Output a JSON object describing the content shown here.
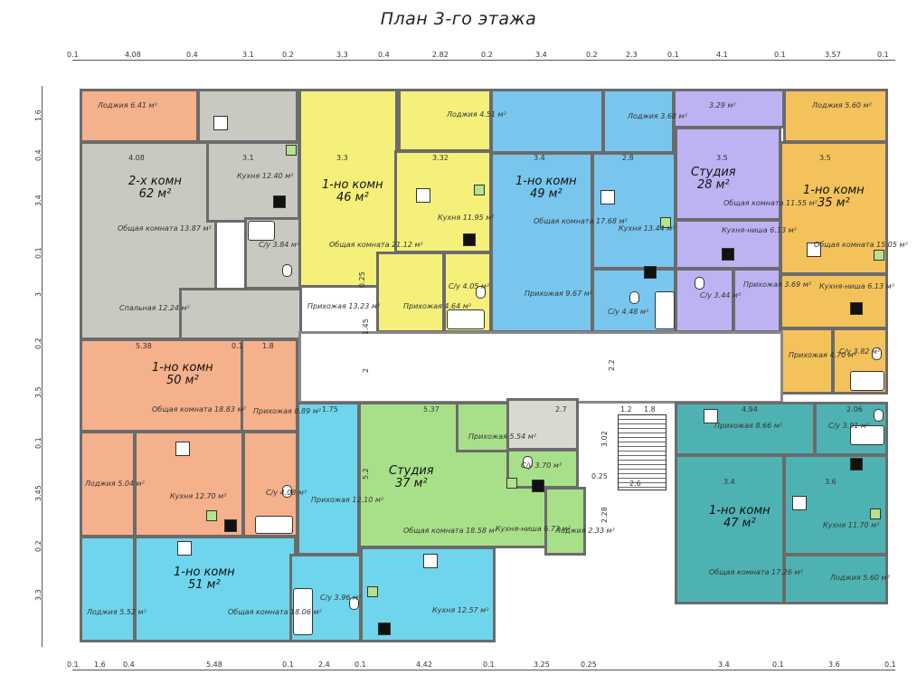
{
  "plan_title": "План 3-го этажа",
  "colors": {
    "orange": "#f5b08c",
    "grey": "#c9c9c1",
    "yellow": "#f4f07a",
    "blue": "#78c6ee",
    "purple": "#bdb3f2",
    "amber": "#f3c25a",
    "light_blue": "#6fd5ec",
    "green": "#a8e08a",
    "teal": "#4fb2b2",
    "corridor": "#ffffff"
  },
  "top_dims": [
    "0.1",
    "4.08",
    "0.4",
    "3.1",
    "0.2",
    "3.3",
    "0.4",
    "2.82",
    "0.2",
    "3.4",
    "0.2",
    "2.3",
    "0.1",
    "4.1",
    "0.1",
    "3.57",
    "0.1"
  ],
  "bottom_dims": [
    "0.1",
    "1.6",
    "0.4",
    "5.48",
    "0.1",
    "2.4",
    "0.1",
    "4.42",
    "0.1",
    "3.25",
    "0.25",
    "3.4",
    "0.1",
    "3.6",
    "0.1"
  ],
  "left_dims": [
    "1.6",
    "0.4",
    "3.4",
    "0.1",
    "3",
    "0.2",
    "3.5",
    "0.1",
    "3.45",
    "0.2",
    "3.3"
  ],
  "inner_dims": {
    "a": "4.08",
    "b": "3.1",
    "c": "3.3",
    "d": "3.32",
    "e": "3.4",
    "f": "2.8",
    "g": "3.5",
    "h": "3.5",
    "i": "5.38",
    "j": "0.1",
    "k": "1.8",
    "l": "1.75",
    "m": "5.37",
    "n": "2.7",
    "o": "1.2",
    "p": "1.8",
    "q": "4.94",
    "r": "2.06",
    "s": "3.4",
    "t": "3.6",
    "u": "0.25",
    "v": "2.6",
    "w": "2.2",
    "x": "3.02",
    "y": "2.28",
    "z": "5.2",
    "aa": "1.45",
    "bb": "0.25",
    "cc": "2"
  },
  "apartments": [
    {
      "name": "2-х комн",
      "area": "62 м²"
    },
    {
      "name": "1-но комн",
      "area": "46 м²"
    },
    {
      "name": "1-но комн",
      "area": "49 м²"
    },
    {
      "name": "Студия",
      "area": "28 м²"
    },
    {
      "name": "1-но комн",
      "area": "35 м²"
    },
    {
      "name": "1-но комн",
      "area": "50 м²"
    },
    {
      "name": "Студия",
      "area": "37 м²"
    },
    {
      "name": "1-но комн",
      "area": "47 м²"
    },
    {
      "name": "1-но комн",
      "area": "51 м²"
    }
  ],
  "rooms": {
    "r1": "Лоджия 6.41 м²",
    "r2": "Кухня 12.40 м²",
    "r3": "Общая комната 13.87 м²",
    "r4": "С/у 3.84 м²",
    "r5": "Спальная 12.24 м²",
    "r6": "Прихожая 13.23 м²",
    "r7": "Общая комната 21.12 м²",
    "r8": "Лоджия 4.51 м²",
    "r9": "Кухня 11.95 м²",
    "r10": "С/у 4.05 м²",
    "r11": "Прихожая 4.64 м²",
    "r12": "Общая комната 17.68 м²",
    "r13": "Кухня 13.44 м²",
    "r14": "Прихожая 9.67 м²",
    "r15": "С/у 4.48 м²",
    "r16": "Лоджия 3.68 м²",
    "r17": "3.29 м²",
    "r18": "Общая комната 11.55 м²",
    "r19": "Кухня-ниша 6.13 м²",
    "r20": "С/у 3.44 м²",
    "r21": "Прихожая 3.69 м²",
    "r22": "Лоджия 5.60 м²",
    "r23": "Общая комната 15.05 м²",
    "r24": "Кухня-ниша 6.13 м²",
    "r25": "Прихожая 4.70 м²",
    "r26": "С/у 3.82 м²",
    "r27": "Общая комната 18.83 м²",
    "r28": "Прихожая 8.89 м²",
    "r29": "Лоджия 5.04 м²",
    "r30": "Кухня 12.70 м²",
    "r31": "С/у 4.08 м²",
    "r32": "Прихожая 12.10 м²",
    "r33": "Прихожая 5.54 м²",
    "r34": "С/у 3.70 м²",
    "r35": "Общая комната 18.58 м²",
    "r36": "Кухня-ниша 6.73 м²",
    "r37": "Лоджия 2.33 м²",
    "r38": "Прихожая 8.66 м²",
    "r39": "С/у 3.91 м²",
    "r40": "Кухня 11.70 м²",
    "r41": "Общая комната 17.26 м²",
    "r42": "Лоджия 5.60 м²",
    "r43": "Лоджия 5.52 м²",
    "r44": "Общая комната 18.06 м²",
    "r45": "С/у 3.96 м²",
    "r46": "Кухня 12.57 м²"
  }
}
